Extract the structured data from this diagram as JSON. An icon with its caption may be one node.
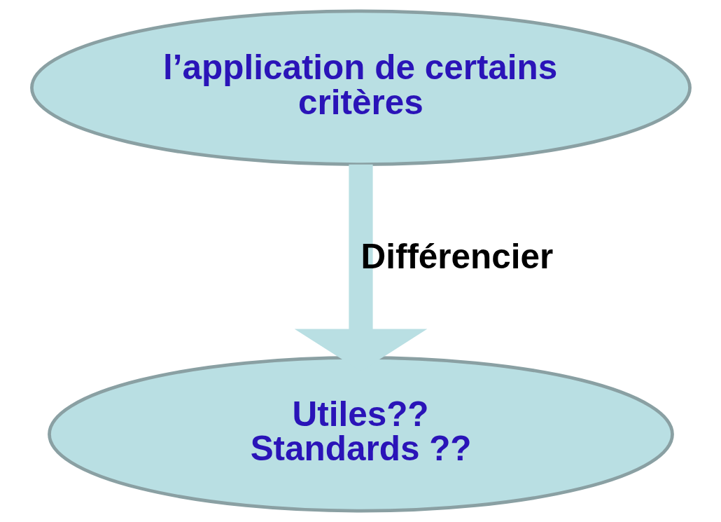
{
  "diagram": {
    "nodes": [
      {
        "text": [
          "l’application de certains critères"
        ]
      },
      {
        "text": [
          "Utiles??",
          "Standards ??"
        ]
      }
    ],
    "edges": [
      {
        "from": 0,
        "to": 1,
        "arrow": "to",
        "label": "Différencier"
      }
    ]
  }
}
